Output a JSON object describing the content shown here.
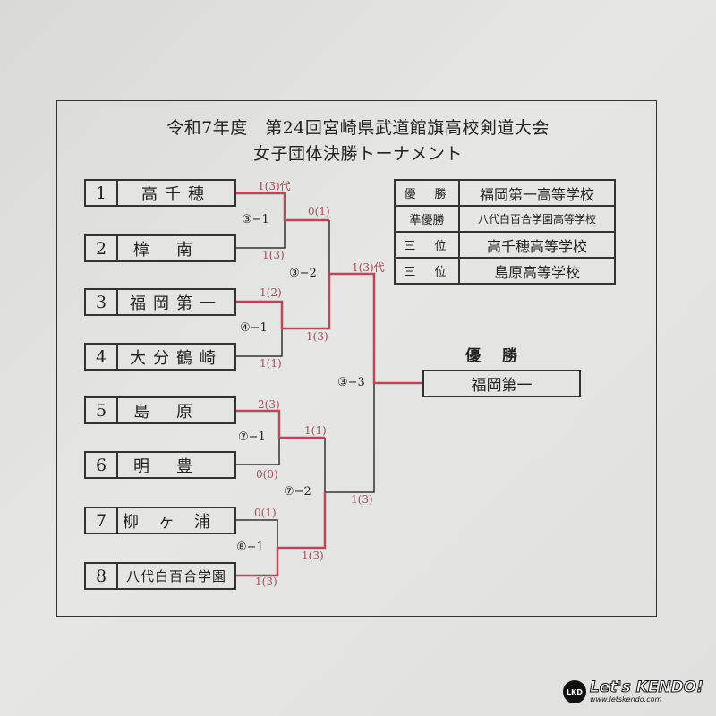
{
  "title": {
    "line1": "令和7年度　第24回宮崎県武道館旗高校剣道大会",
    "line2": "女子団体決勝トーナメント"
  },
  "teams": [
    {
      "num": "1",
      "name": "高千穂"
    },
    {
      "num": "2",
      "name": "樟南"
    },
    {
      "num": "3",
      "name": "福岡第一"
    },
    {
      "num": "4",
      "name": "大分鶴崎"
    },
    {
      "num": "5",
      "name": "島原"
    },
    {
      "num": "6",
      "name": "明豊"
    },
    {
      "num": "7",
      "name": "柳ヶ浦"
    },
    {
      "num": "8",
      "name": "八代白百合学園"
    }
  ],
  "matches": {
    "m3_1": {
      "id": "③−1",
      "top": "1(3)代",
      "bottom": "1(3)"
    },
    "m4_1": {
      "id": "④−1",
      "top": "1(2)",
      "bottom": "1(1)"
    },
    "m7_1": {
      "id": "⑦−1",
      "top": "2(3)",
      "bottom": "0(0)"
    },
    "m8_1": {
      "id": "⑧−1",
      "top": "0(1)",
      "bottom": "1(3)"
    },
    "m3_2": {
      "id": "③−2",
      "top": "0(1)",
      "bottom": "1(3)"
    },
    "m7_2": {
      "id": "⑦−2",
      "top": "1(1)",
      "bottom": "1(3)"
    },
    "m3_3": {
      "id": "③−3",
      "top": "1(3)代",
      "bottom": "1(3)"
    }
  },
  "results": [
    {
      "rank": "優　勝",
      "school": "福岡第一高等学校"
    },
    {
      "rank": "準優勝",
      "school": "八代白百合学園高等学校"
    },
    {
      "rank": "三　位",
      "school": "高千穂高等学校"
    },
    {
      "rank": "三　位",
      "school": "島原高等学校"
    }
  ],
  "champion": {
    "label": "優勝",
    "name": "福岡第一"
  },
  "watermark": {
    "brand": "Let's KENDO!",
    "url": "www.letskendo.com",
    "mark": "LKD"
  },
  "colors": {
    "winner_line": "#b8485a",
    "score_text": "#a3505c"
  }
}
